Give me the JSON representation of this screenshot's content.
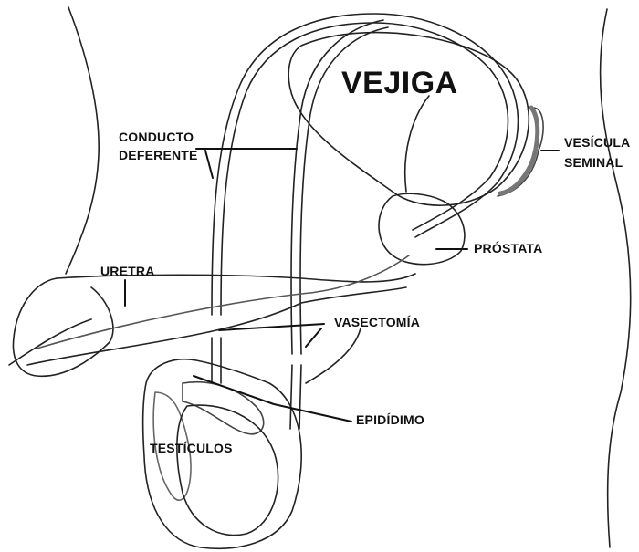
{
  "diagram": {
    "labels": {
      "bladder": "VEJIGA",
      "vas_deferens_line1": "CONDUCTO",
      "vas_deferens_line2": "DEFERENTE",
      "seminal_vesicle_line1": "VESÍCULA",
      "seminal_vesicle_line2": "SEMINAL",
      "urethra": "URETRA",
      "prostate": "PRÓSTATA",
      "vasectomy": "VASECTOMÍA",
      "epididymis": "EPIDÍDIMO",
      "testicles": "TESTÍCULOS"
    },
    "colors": {
      "ink": "#111111",
      "background": "#ffffff",
      "shading": "#bdbdbd"
    }
  }
}
